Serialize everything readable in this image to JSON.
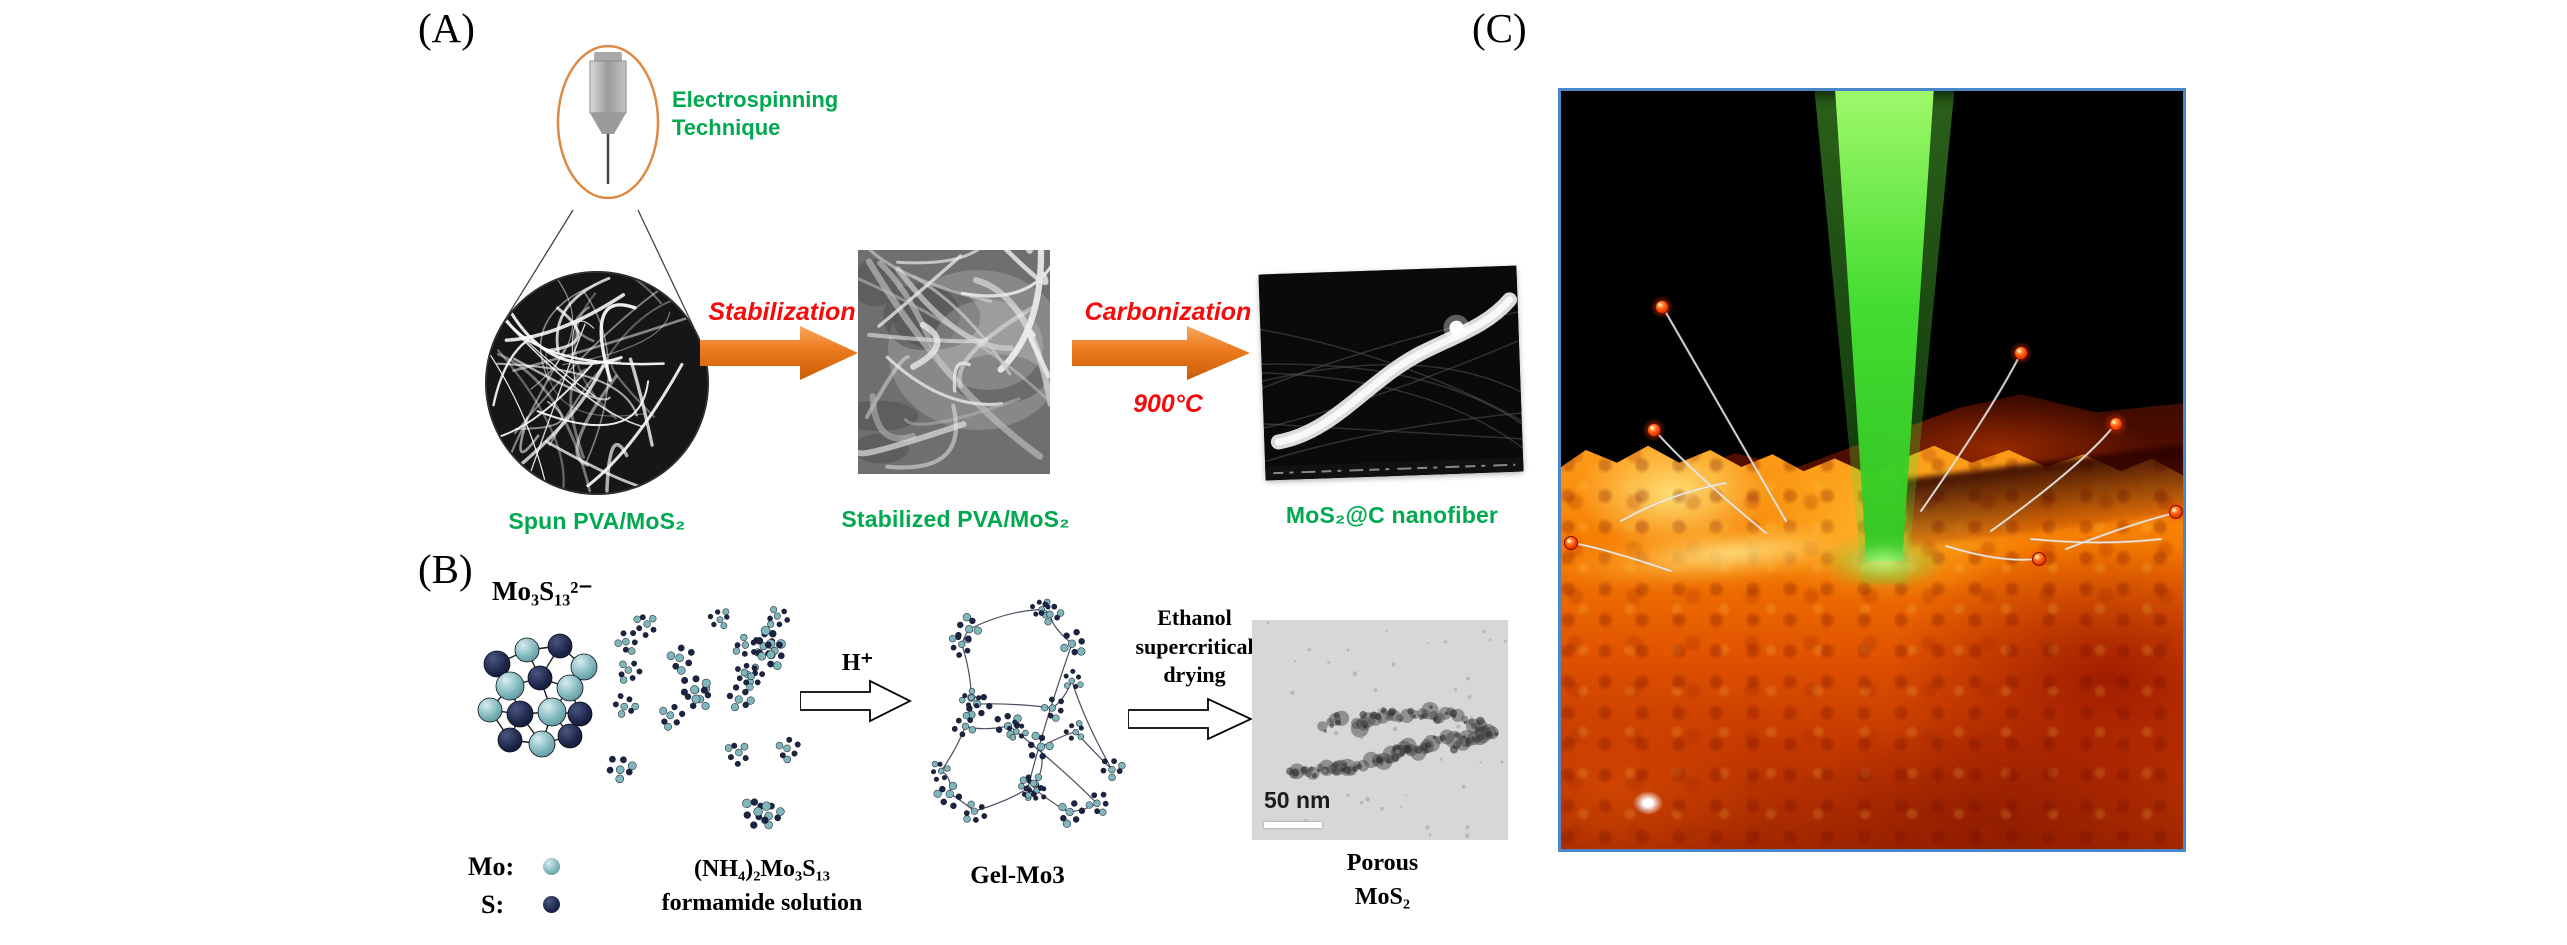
{
  "figure": {
    "panel_a": {
      "label": "(A)",
      "electrospinning_note": "Electrospinning\nTechnique",
      "spun_caption": "Spun PVA/MoS₂",
      "step1_label": "Stabilization",
      "stabilized_caption": "Stabilized PVA/MoS₂",
      "step2_label": "Carbonization",
      "step2_temp": "900°C",
      "nanofiber_caption": "MoS₂@C nanofiber"
    },
    "panel_b": {
      "label": "(B)",
      "cluster_formula": "Mo₃S₁₃²⁻",
      "legend_mo_label": "Mo:",
      "legend_s_label": "S:",
      "solution_caption_line1": "(NH₄)₂Mo₃S₁₃",
      "solution_caption_line2": "formamide solution",
      "step1_label": "H⁺",
      "gel_caption": "Gel-Mo3",
      "step2_label": "Ethanol\nsupercritical\ndrying",
      "tem_scalebar": "50 nm",
      "porous_caption_line1": "Porous",
      "porous_caption_line2": "MoS₂"
    },
    "panel_c": {
      "label": "(C)"
    }
  },
  "colors": {
    "caption_green": "#00a94f",
    "step_red": "#f40b0b",
    "arrow_orange": "#ec7a1e",
    "mo_teal": "#7fb6bc",
    "s_navy": "#1a2142",
    "panel_c_border": "#4a86c8",
    "beam_green": "#46e332"
  }
}
